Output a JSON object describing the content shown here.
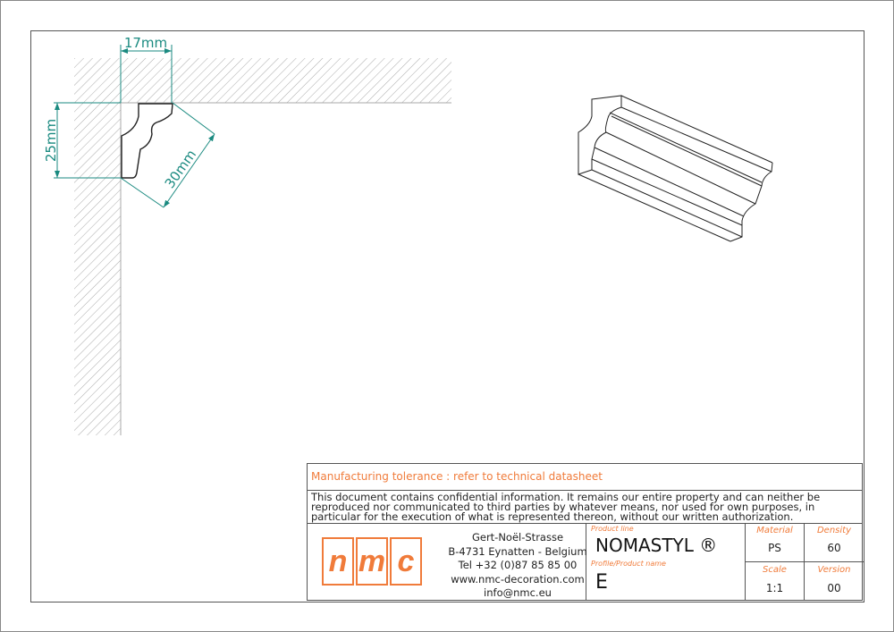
{
  "drawing": {
    "dimensions": {
      "width": "17mm",
      "height": "25mm",
      "projection": "30mm"
    },
    "colors": {
      "dimension": "#1a8a80",
      "accent": "#f07b3a",
      "line": "#222222",
      "hatch": "#aaaaaa"
    }
  },
  "title_block": {
    "tolerance": "Manufacturing tolerance : refer to technical datasheet",
    "confidential": "This document contains confidential information. It remains our entire property and can neither be reproduced nor communicated to third parties by whatever means, nor used for own purposes, in particular for the execution of what is represented thereon, without our written authorization.",
    "logo": [
      "n",
      "m",
      "c"
    ],
    "address": {
      "street": "Gert-Noël-Strasse",
      "city": "B-4731 Eynatten - Belgium",
      "tel": "Tel +32 (0)87 85 85 00",
      "web": "www.nmc-decoration.com",
      "email": "info@nmc.eu"
    },
    "product_line_label": "Product line",
    "product_line": "NOMASTYL ®",
    "product_name_label": "Profile/Product name",
    "product_name": "E",
    "material_label": "Material",
    "material": "PS",
    "density_label": "Density",
    "density": "60",
    "scale_label": "Scale",
    "scale": "1:1",
    "version_label": "Version",
    "version": "00"
  }
}
